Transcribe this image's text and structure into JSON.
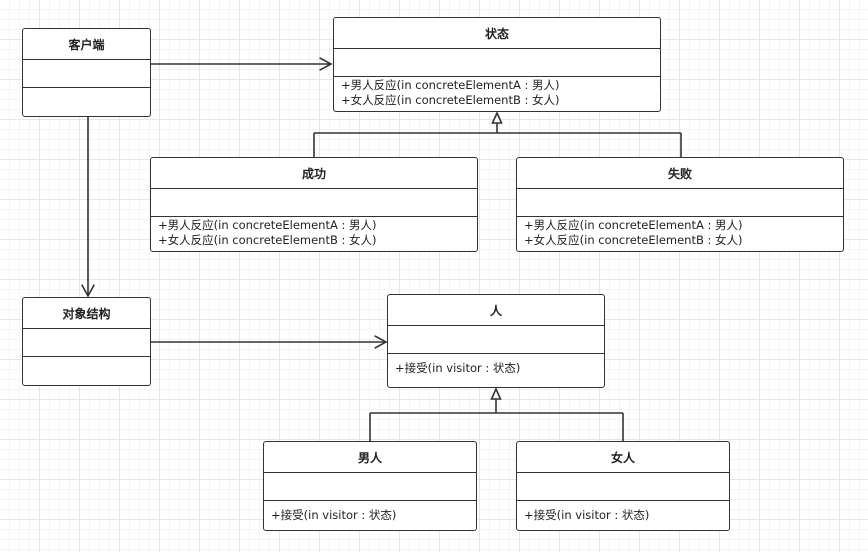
{
  "classes": {
    "client": {
      "name": "客户端",
      "operations": []
    },
    "state": {
      "name": "状态",
      "operations": [
        "+男人反应(in concreteElementA : 男人)",
        "+女人反应(in concreteElementB : 女人)"
      ]
    },
    "success": {
      "name": "成功",
      "operations": [
        "+男人反应(in concreteElementA : 男人)",
        "+女人反应(in concreteElementB : 女人)"
      ]
    },
    "failure": {
      "name": "失败",
      "operations": [
        "+男人反应(in concreteElementA : 男人)",
        "+女人反应(in concreteElementB : 女人)"
      ]
    },
    "objstruct": {
      "name": "对象结构",
      "operations": []
    },
    "person": {
      "name": "人",
      "operations": [
        "+接受(in visitor : 状态)"
      ]
    },
    "man": {
      "name": "男人",
      "operations": [
        "+接受(in visitor : 状态)"
      ]
    },
    "woman": {
      "name": "女人",
      "operations": [
        "+接受(in visitor : 状态)"
      ]
    }
  },
  "relations": [
    {
      "from": "client",
      "to": "state",
      "type": "association"
    },
    {
      "from": "client",
      "to": "objstruct",
      "type": "association"
    },
    {
      "from": "objstruct",
      "to": "person",
      "type": "association"
    },
    {
      "from": "success",
      "to": "state",
      "type": "generalization"
    },
    {
      "from": "failure",
      "to": "state",
      "type": "generalization"
    },
    {
      "from": "man",
      "to": "person",
      "type": "generalization"
    },
    {
      "from": "woman",
      "to": "person",
      "type": "generalization"
    }
  ]
}
